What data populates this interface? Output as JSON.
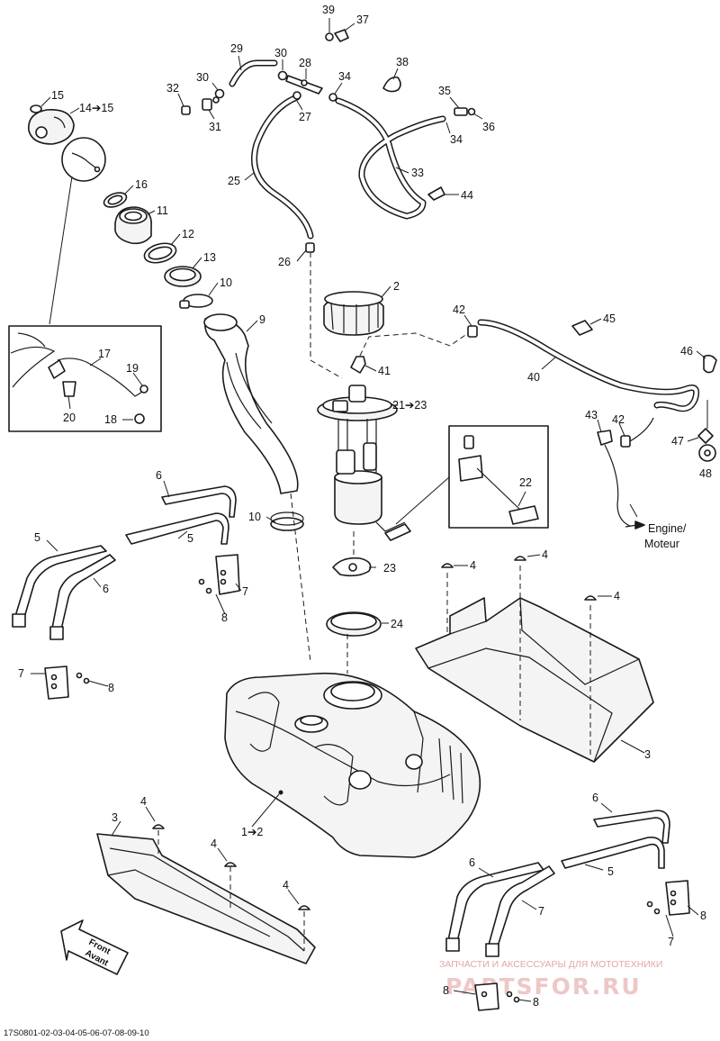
{
  "diagram": {
    "callouts": {
      "c1": "39",
      "c2": "37",
      "c3": "29",
      "c4": "30",
      "c5": "28",
      "c6": "38",
      "c7": "30",
      "c8": "34",
      "c9": "35",
      "c10": "32",
      "c11": "27",
      "c12": "34",
      "c13": "36",
      "c14": "31",
      "c15": "15",
      "c16": "14➔15",
      "c17": "33",
      "c18": "25",
      "c19": "44",
      "c20": "16",
      "c21": "11",
      "c22": "12",
      "c23": "26",
      "c24": "13",
      "c25": "10",
      "c26": "2",
      "c27": "42",
      "c28": "45",
      "c29": "9",
      "c30": "17",
      "c31": "19",
      "c32": "41",
      "c33": "46",
      "c34": "40",
      "c35": "21➔23",
      "c36": "20",
      "c37": "18",
      "c38": "43",
      "c39": "42",
      "c40": "47",
      "c41": "48",
      "c42": "22",
      "c43": "6",
      "c44": "10",
      "c45": "5",
      "c46": "5",
      "c47": "23",
      "c48": "4",
      "c49": "4",
      "c50": "6",
      "c51": "7",
      "c52": "4",
      "c53": "8",
      "c54": "24",
      "c55": "7",
      "c56": "8",
      "c57": "3",
      "c58": "1➔2",
      "c59": "4",
      "c60": "3",
      "c61": "6",
      "c62": "4",
      "c63": "5",
      "c64": "4",
      "c65": "6",
      "c66": "7",
      "c67": "8",
      "c68": "7",
      "c69": "8"
    },
    "engine_label_line1": "Engine/",
    "engine_label_line2": "Moteur",
    "front_label_line1": "Front",
    "front_label_line2": "Avant",
    "footer_code": "17S0801-02-03-04-05-06-07-08-09-10",
    "watermark_line1": "ЗАПЧАСТИ И АКСЕССУАРЫ ДЛЯ МОТОТЕХНИКИ",
    "watermark_line2": "PARTSFOR.RU"
  }
}
